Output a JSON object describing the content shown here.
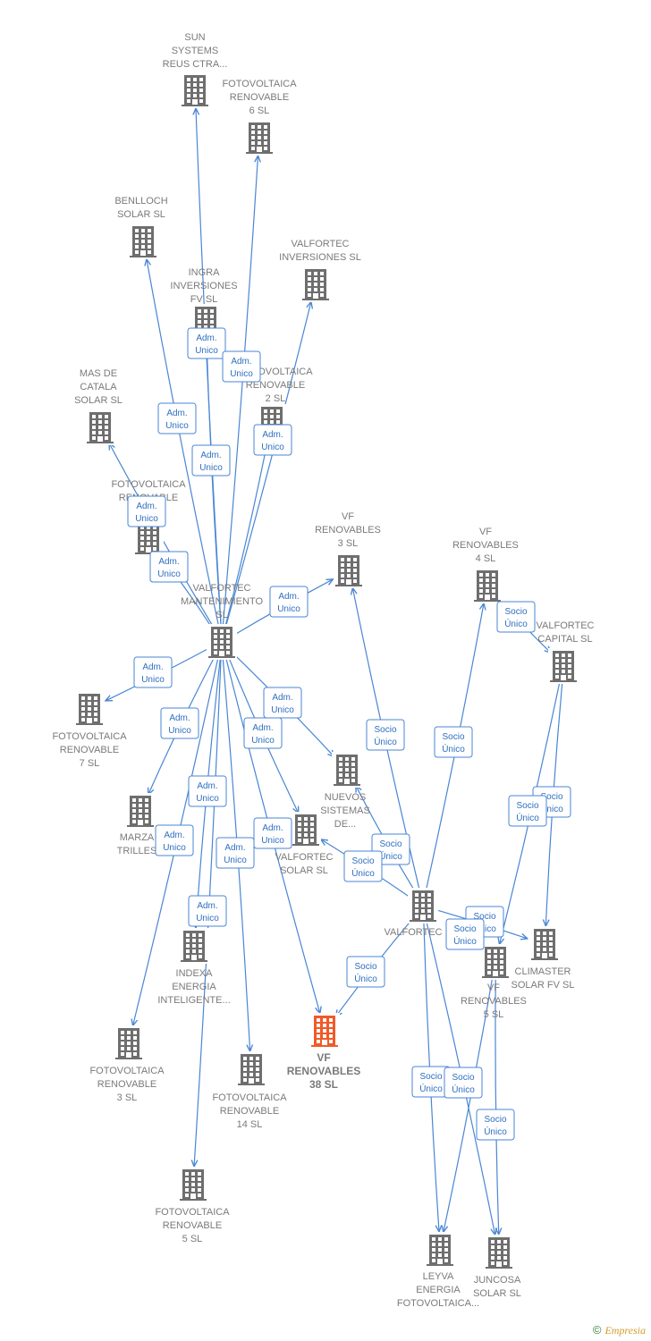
{
  "colors": {
    "edge": "#4a86d4",
    "building": "#6e6e6e",
    "focus": "#f05a28"
  },
  "footer": {
    "copyright": "©",
    "brand": "Empresia"
  },
  "nodes": [
    {
      "id": "sun",
      "lines": [
        "SUN",
        "SYSTEMS",
        "REUS CTRA..."
      ]
    },
    {
      "id": "fr6",
      "lines": [
        "FOTOVOLTAICA",
        "RENOVABLE",
        "6 SL"
      ]
    },
    {
      "id": "benlloch",
      "lines": [
        "BENLLOCH",
        "SOLAR SL"
      ]
    },
    {
      "id": "valfinv",
      "lines": [
        "VALFORTEC",
        "INVERSIONES SL"
      ]
    },
    {
      "id": "ingra",
      "lines": [
        "INGRA",
        "INVERSIONES",
        "FV  SL"
      ]
    },
    {
      "id": "fr2",
      "lines": [
        "FOTOVOLTAICA",
        "RENOVABLE",
        "2  SL"
      ]
    },
    {
      "id": "mascatala",
      "lines": [
        "MAS DE",
        "CATALA",
        "SOLAR SL"
      ]
    },
    {
      "id": "frx",
      "lines": [
        "FOTOVOLTAICA",
        "RENOVABLE"
      ]
    },
    {
      "id": "vf3",
      "lines": [
        "VF",
        "RENOVABLES",
        "3  SL"
      ]
    },
    {
      "id": "vf4",
      "lines": [
        "VF",
        "RENOVABLES",
        "4  SL"
      ]
    },
    {
      "id": "valfmant",
      "lines": [
        "VALFORTEC",
        "MANTENIMIENTO",
        "SL"
      ]
    },
    {
      "id": "valfcap",
      "lines": [
        "VALFORTEC",
        "CAPITAL  SL"
      ]
    },
    {
      "id": "fr7",
      "lines": [
        "FOTOVOLTAICA",
        "RENOVABLE",
        "7 SL"
      ]
    },
    {
      "id": "nuevos",
      "lines": [
        "NUEVOS",
        "SISTEMAS",
        "DE..."
      ]
    },
    {
      "id": "marza",
      "lines": [
        "MARZA",
        "TRILLES"
      ]
    },
    {
      "id": "valfsolar",
      "lines": [
        "VALFORTEC",
        "SOLAR  SL"
      ]
    },
    {
      "id": "valfortec",
      "lines": [
        "VALFORTEC"
      ]
    },
    {
      "id": "climaster",
      "lines": [
        "CLIMASTER",
        "SOLAR FV SL"
      ]
    },
    {
      "id": "indexa",
      "lines": [
        "INDEXA",
        "ENERGIA",
        "INTELIGENTE..."
      ]
    },
    {
      "id": "vf5",
      "lines": [
        "VF",
        "RENOVABLES",
        "5  SL"
      ]
    },
    {
      "id": "vf38",
      "lines": [
        "VF",
        "RENOVABLES",
        "38  SL"
      ],
      "focus": true
    },
    {
      "id": "fr3",
      "lines": [
        "FOTOVOLTAICA",
        "RENOVABLE",
        "3 SL"
      ]
    },
    {
      "id": "fr14",
      "lines": [
        "FOTOVOLTAICA",
        "RENOVABLE",
        "14 SL"
      ]
    },
    {
      "id": "fr5",
      "lines": [
        "FOTOVOLTAICA",
        "RENOVABLE",
        "5 SL"
      ]
    },
    {
      "id": "leyva",
      "lines": [
        "LEYVA",
        "ENERGIA",
        "FOTOVOLTAICA..."
      ]
    },
    {
      "id": "juncosa",
      "lines": [
        "JUNCOSA",
        "SOLAR  SL"
      ]
    }
  ],
  "edges": [
    {
      "from": "valfmant",
      "to": "sun",
      "label": [
        "Adm.",
        "Unico"
      ]
    },
    {
      "from": "valfmant",
      "to": "fr6",
      "label": [
        "Adm.",
        "Unico"
      ]
    },
    {
      "from": "valfmant",
      "to": "benlloch",
      "label": [
        "Adm.",
        "Unico"
      ]
    },
    {
      "from": "valfmant",
      "to": "valfinv",
      "label": [
        "Adm.",
        "Unico"
      ]
    },
    {
      "from": "valfmant",
      "to": "ingra",
      "label": [
        "Adm.",
        "Unico"
      ]
    },
    {
      "from": "valfmant",
      "to": "fr2",
      "label": [
        "Adm.",
        "Unico"
      ]
    },
    {
      "from": "valfmant",
      "to": "mascatala",
      "label": [
        "Adm.",
        "Unico"
      ]
    },
    {
      "from": "valfmant",
      "to": "frx",
      "label": [
        "Adm.",
        "Unico"
      ]
    },
    {
      "from": "valfmant",
      "to": "vf3",
      "label": [
        "Adm.",
        "Unico"
      ]
    },
    {
      "from": "valfmant",
      "to": "fr7",
      "label": [
        "Adm.",
        "Unico"
      ]
    },
    {
      "from": "valfmant",
      "to": "marza",
      "label": [
        "Adm.",
        "Unico"
      ]
    },
    {
      "from": "valfmant",
      "to": "nuevos",
      "label": [
        "Adm.",
        "Unico"
      ]
    },
    {
      "from": "valfmant",
      "to": "valfsolar",
      "label": [
        "Adm.",
        "Unico"
      ]
    },
    {
      "from": "valfmant",
      "to": "fr3",
      "label": [
        "Adm.",
        "Unico"
      ]
    },
    {
      "from": "valfmant",
      "to": "indexa",
      "label": [
        "Adm.",
        "Unico"
      ]
    },
    {
      "from": "valfmant",
      "to": "fr14",
      "label": [
        "Adm.",
        "Unico"
      ]
    },
    {
      "from": "valfmant",
      "to": "vf38",
      "label": [
        "Adm.",
        "Unico"
      ]
    },
    {
      "from": "valfmant",
      "to": "fr5",
      "label": [
        "Adm.",
        "Unico"
      ]
    },
    {
      "from": "valfortec",
      "to": "vf3",
      "label": [
        "Socio",
        "Único"
      ]
    },
    {
      "from": "valfortec",
      "to": "vf4",
      "label": [
        "Socio",
        "Único"
      ]
    },
    {
      "from": "valfortec",
      "to": "nuevos",
      "label": [
        "Socio",
        "Único"
      ]
    },
    {
      "from": "valfortec",
      "to": "valfsolar",
      "label": [
        "Socio",
        "Único"
      ]
    },
    {
      "from": "valfortec",
      "to": "vf38",
      "label": [
        "Socio",
        "Único"
      ]
    },
    {
      "from": "valfortec",
      "to": "climaster",
      "label": [
        "Socio",
        "Único"
      ]
    },
    {
      "from": "valfortec",
      "to": "leyva",
      "label": [
        "Socio",
        "Único"
      ]
    },
    {
      "from": "valfortec",
      "to": "juncosa",
      "label": [
        "Socio",
        "Único"
      ]
    },
    {
      "from": "vf4",
      "to": "valfcap",
      "label": [
        "Socio",
        "Único"
      ]
    },
    {
      "from": "valfcap",
      "to": "vf5",
      "label": [
        "Socio",
        "Único"
      ]
    },
    {
      "from": "valfcap",
      "to": "climaster",
      "label": [
        "Socio",
        "Único"
      ]
    },
    {
      "from": "vf5",
      "to": "leyva",
      "label": [
        "Socio",
        "Único"
      ]
    },
    {
      "from": "vf5",
      "to": "juncosa",
      "label": [
        "Socio",
        "Único"
      ]
    }
  ]
}
